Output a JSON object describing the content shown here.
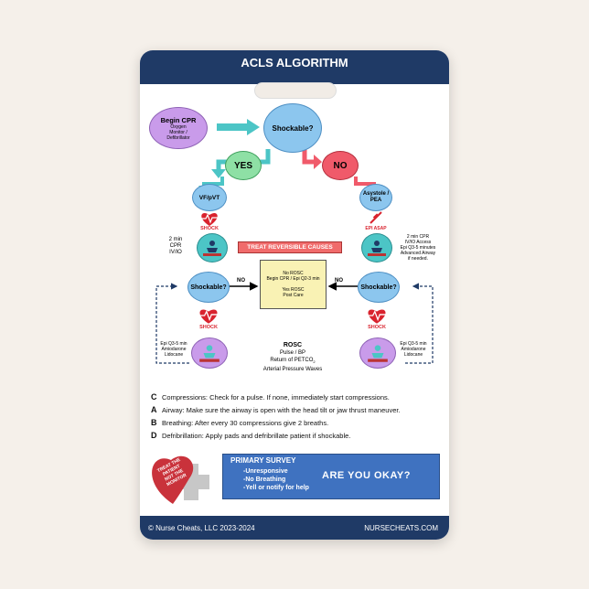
{
  "header_title": "ACLS ALGORITHM",
  "begin_cpr": {
    "title": "Begin CPR",
    "lines": [
      "Oxygen",
      "Monitor /",
      "Defibrillator"
    ]
  },
  "shockable_main": "Shockable?",
  "yes": "YES",
  "no": "NO",
  "vf_pvt": "VF/pVT",
  "asystole": "Asystole / PEA",
  "shock": "SHOCK",
  "epi_asap": "EPI ASAP",
  "left_cpr_note": [
    "2 min",
    "CPR",
    "IV/IO"
  ],
  "right_cpr_note": [
    "2 min CPR",
    "IV/IO Access",
    "Epi Q3-5 minutes",
    "Advanced Airway",
    "if needed."
  ],
  "treat_reversible": "TREAT REVERSIBLE CAUSES",
  "shockable_side": "Shockable?",
  "center_box": {
    "line1": "No ROSC",
    "line2": "Begin CPR / Epi Q2-3 min",
    "line3": "Yes ROSC",
    "line4": "Post Care"
  },
  "left_drug_note": [
    "Epi Q3-5 min",
    "Amiodarone",
    "Lidocane"
  ],
  "right_drug_note": [
    "Epi Q3-5 min",
    "Amiodarone",
    "Lidocane"
  ],
  "rosc": {
    "title": "ROSC",
    "l1": "Pulse / BP",
    "l2": "Return of PETCO",
    "l2_sub": "2",
    "l3": "Arterial Pressure Waves"
  },
  "abcd": [
    {
      "letter": "C",
      "text": "Compressions:  Check for a pulse.  If none, immediately start compressions."
    },
    {
      "letter": "A",
      "text": "Airway:  Make sure the airway is open with the head tilt or jaw thrust maneuver."
    },
    {
      "letter": "B",
      "text": "Breathing: After every 30 compressions give 2 breaths."
    },
    {
      "letter": "D",
      "text": "Defribrillation:  Apply pads and defribrillate patient if shockable."
    }
  ],
  "heart_text": [
    "TREAT THE",
    "PATIENT",
    "NOT THE",
    "MONITOR"
  ],
  "primary_survey": {
    "title": "PRIMARY SURVEY",
    "items": [
      "-Unresponsive",
      "-No Breathing",
      "-Yell or notify for help"
    ],
    "callout": "ARE YOU OKAY?"
  },
  "footer_left": "© Nurse Cheats, LLC 2023-2024",
  "footer_right": "NURSECHEATS.COM",
  "colors": {
    "navy": "#1f3a66",
    "teal": "#4cc5c6",
    "purple": "#c99bea",
    "blue": "#8cc6ee",
    "green": "#8ee0a5",
    "pink": "#f05a6a",
    "red": "#d9232e",
    "psblue": "#3f72c0"
  }
}
